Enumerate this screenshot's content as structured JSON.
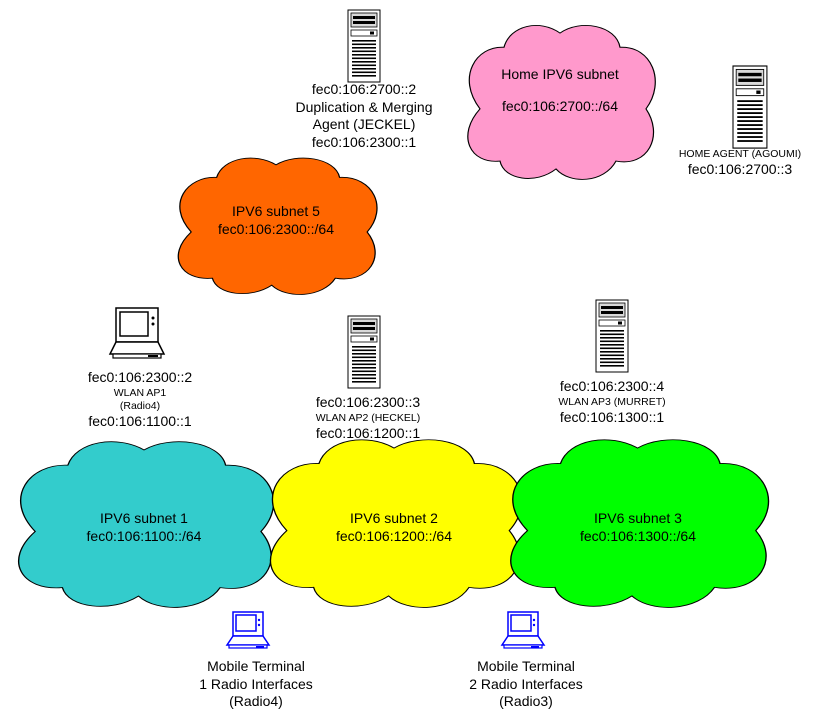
{
  "colors": {
    "home_cloud": "#ff99cc",
    "subnet5_cloud": "#ff6600",
    "subnet1_cloud": "#33cccc",
    "subnet2_cloud": "#ffff00",
    "subnet3_cloud": "#00ff00",
    "mobile_terminal": "#0000ff"
  },
  "clouds": {
    "home": {
      "name": "Home IPV6 subnet",
      "prefix": "fec0:106:2700::/64"
    },
    "subnet5": {
      "name": "IPV6 subnet 5",
      "prefix": "fec0:106:2300::/64"
    },
    "subnet1": {
      "name": "IPV6 subnet 1",
      "prefix": "fec0:106:1100::/64"
    },
    "subnet2": {
      "name": "IPV6 subnet 2",
      "prefix": "fec0:106:1200::/64"
    },
    "subnet3": {
      "name": "IPV6 subnet 3",
      "prefix": "fec0:106:1300::/64"
    }
  },
  "nodes": {
    "dma": {
      "addr_top": "fec0:106:2700::2",
      "name_line1": "Duplication & Merging",
      "name_line2": "Agent (JECKEL)",
      "addr_bottom": "fec0:106:2300::1",
      "icon": "server-icon"
    },
    "home_agent": {
      "name": "HOME AGENT (AGOUMI)",
      "addr": "fec0:106:2700::3",
      "icon": "server-icon"
    },
    "ap1": {
      "addr_top": "fec0:106:2300::2",
      "name_line1": "WLAN AP1",
      "name_line2": "(Radio4)",
      "addr_bottom": "fec0:106:1100::1",
      "icon": "laptop-icon"
    },
    "ap2": {
      "addr_top": "fec0:106:2300::3",
      "name": "WLAN AP2 (HECKEL)",
      "addr_bottom": "fec0:106:1200::1",
      "icon": "server-icon"
    },
    "ap3": {
      "addr_top": "fec0:106:2300::4",
      "name": "WLAN AP3 (MURRET)",
      "addr_bottom": "fec0:106:1300::1",
      "icon": "server-icon"
    },
    "mt1": {
      "line1": "Mobile Terminal",
      "line2": "1 Radio Interfaces",
      "line3": "(Radio4)",
      "icon": "laptop-icon"
    },
    "mt2": {
      "line1": "Mobile Terminal",
      "line2": "2 Radio Interfaces",
      "line3": "(Radio3)",
      "icon": "laptop-icon"
    }
  }
}
